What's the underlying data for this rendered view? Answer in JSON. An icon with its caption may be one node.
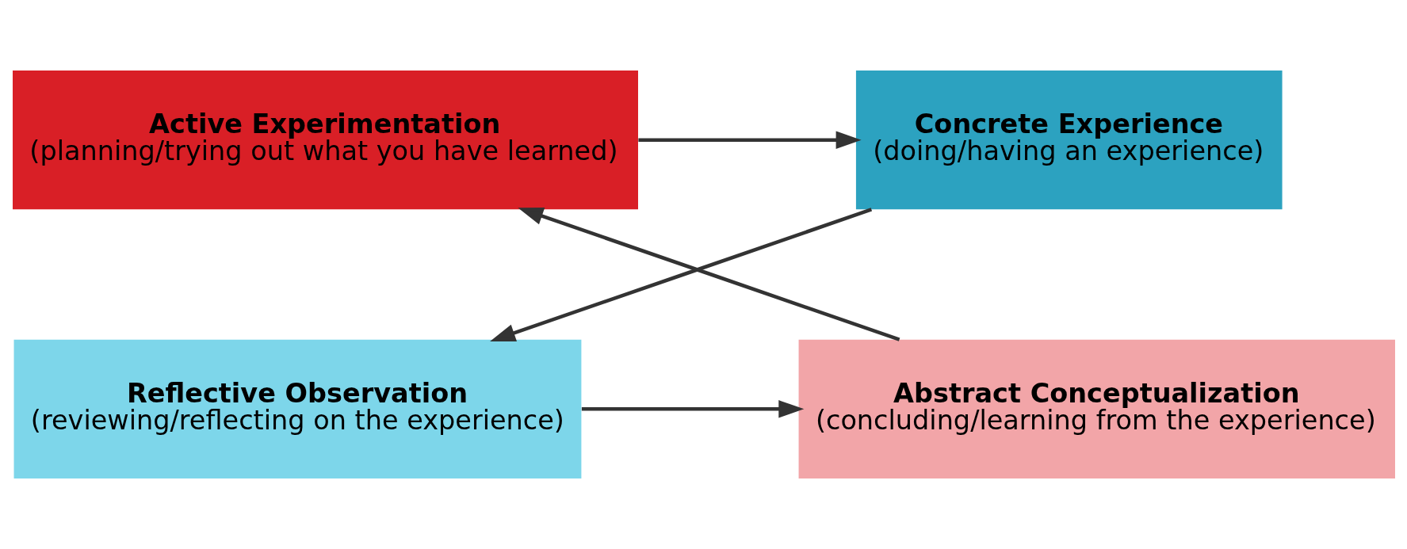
{
  "diagram": {
    "nodes": [
      {
        "text": [
          "Active Experimentation",
          "(planning/trying out what you have learned)"
        ]
      },
      {
        "text": [
          "Concrete Experience",
          "(doing/having an experience)"
        ]
      },
      {
        "text": [
          "Abstract Conceptualization",
          "(concluding/learning from the experience)"
        ]
      },
      {
        "text": [
          "Reflective Observation",
          "(reviewing/reflecting on the experience)"
        ]
      }
    ],
    "edges": [
      {
        "from": 0,
        "to": 1,
        "arrow": "to"
      },
      {
        "from": 1,
        "to": 3,
        "arrow": "to"
      },
      {
        "from": 3,
        "to": 2,
        "arrow": "to"
      },
      {
        "from": 2,
        "to": 0,
        "arrow": "to"
      }
    ]
  }
}
